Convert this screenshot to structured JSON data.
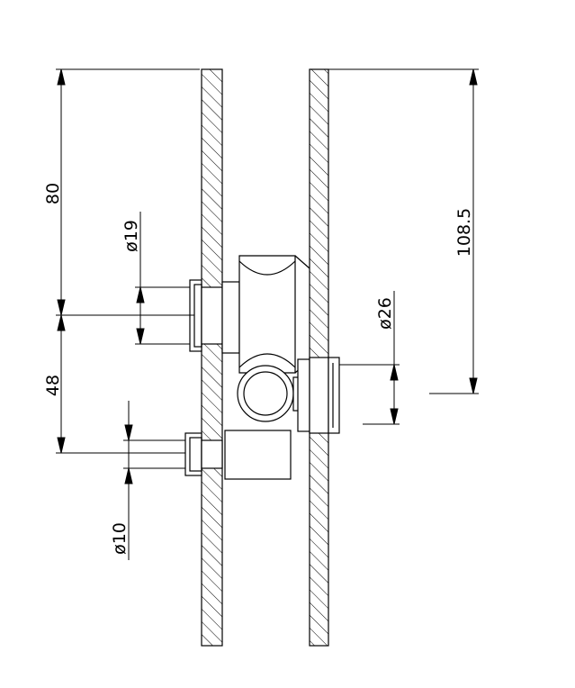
{
  "dimensions": {
    "d80": "80",
    "d48": "48",
    "d108_5": "108.5",
    "dia19": "ø19",
    "dia26": "ø26",
    "dia10": "ø10"
  },
  "colors": {
    "line": "#000000",
    "background": "#ffffff"
  }
}
